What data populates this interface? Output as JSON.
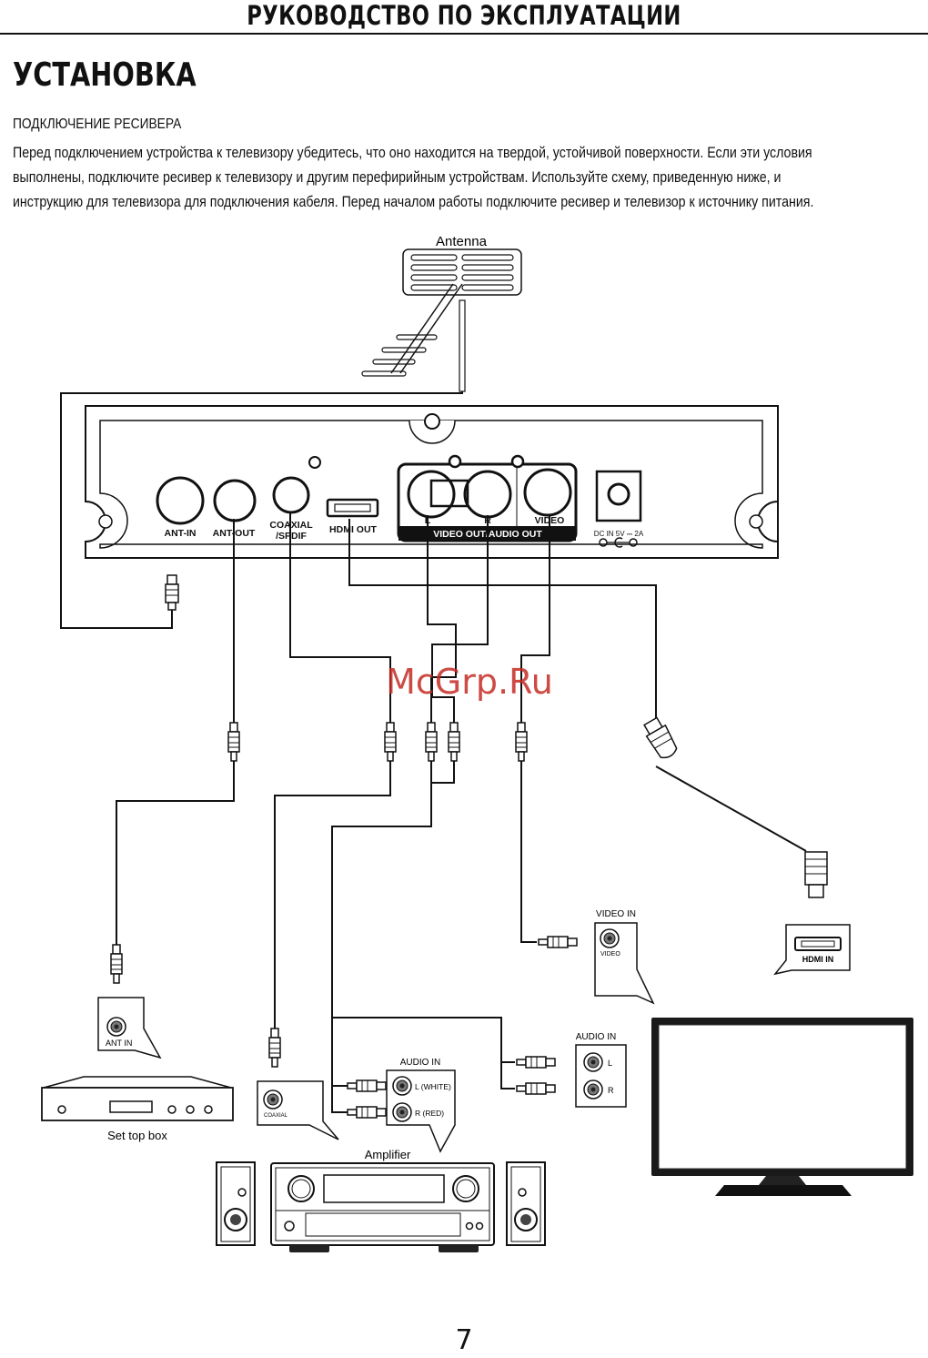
{
  "header": {
    "title": "РУКОВОДСТВО ПО ЭКСПЛУАТАЦИИ"
  },
  "section": {
    "title": "УСТАНОВКА"
  },
  "intro": {
    "subheading": "ПОДКЛЮЧЕНИЕ РЕСИВЕРА",
    "lines": [
      "Перед подключением устройства к телевизору убедитесь, что оно находится на твердой, устойчивой поверхности. Если эти условия",
      "выполнены, подключите ресивер к телевизору и другим перефирийным устройствам. Используйте схему, приведенную ниже, и",
      "инструкцию для телевизора для подключения кабеля. Перед началом работы подключите ресивер и телевизор к источнику питания."
    ]
  },
  "diagram": {
    "antenna": "Antenna",
    "ports": {
      "ant_in": "ANT-IN",
      "ant_out": "ANT-OUT",
      "coaxial_1": "COAXIAL",
      "coaxial_2": "/SPDIF",
      "hdmi_out": "HDMI OUT",
      "l": "L",
      "r": "R",
      "video": "VIDEO",
      "av_out": "VIDEO OUT/AUDIO OUT",
      "dc_in": "DC IN  5V ⎓ 2A"
    },
    "watermark": "McGrp.Ru",
    "video_in": {
      "title": "VIDEO IN",
      "port": "VIDEO"
    },
    "hdmi_in": "HDMI IN",
    "tv_audio_in": {
      "title": "AUDIO IN",
      "l": "L",
      "r": "R"
    },
    "stb": {
      "ant_in": "ANT IN",
      "label": "Set top box"
    },
    "coaxial_in": "COAXIAL",
    "amp_audio_in": {
      "title": "AUDIO IN",
      "l": "L (WHITE)",
      "r": "R (RED)"
    },
    "amplifier": "Amplifier"
  },
  "page_number": "7"
}
